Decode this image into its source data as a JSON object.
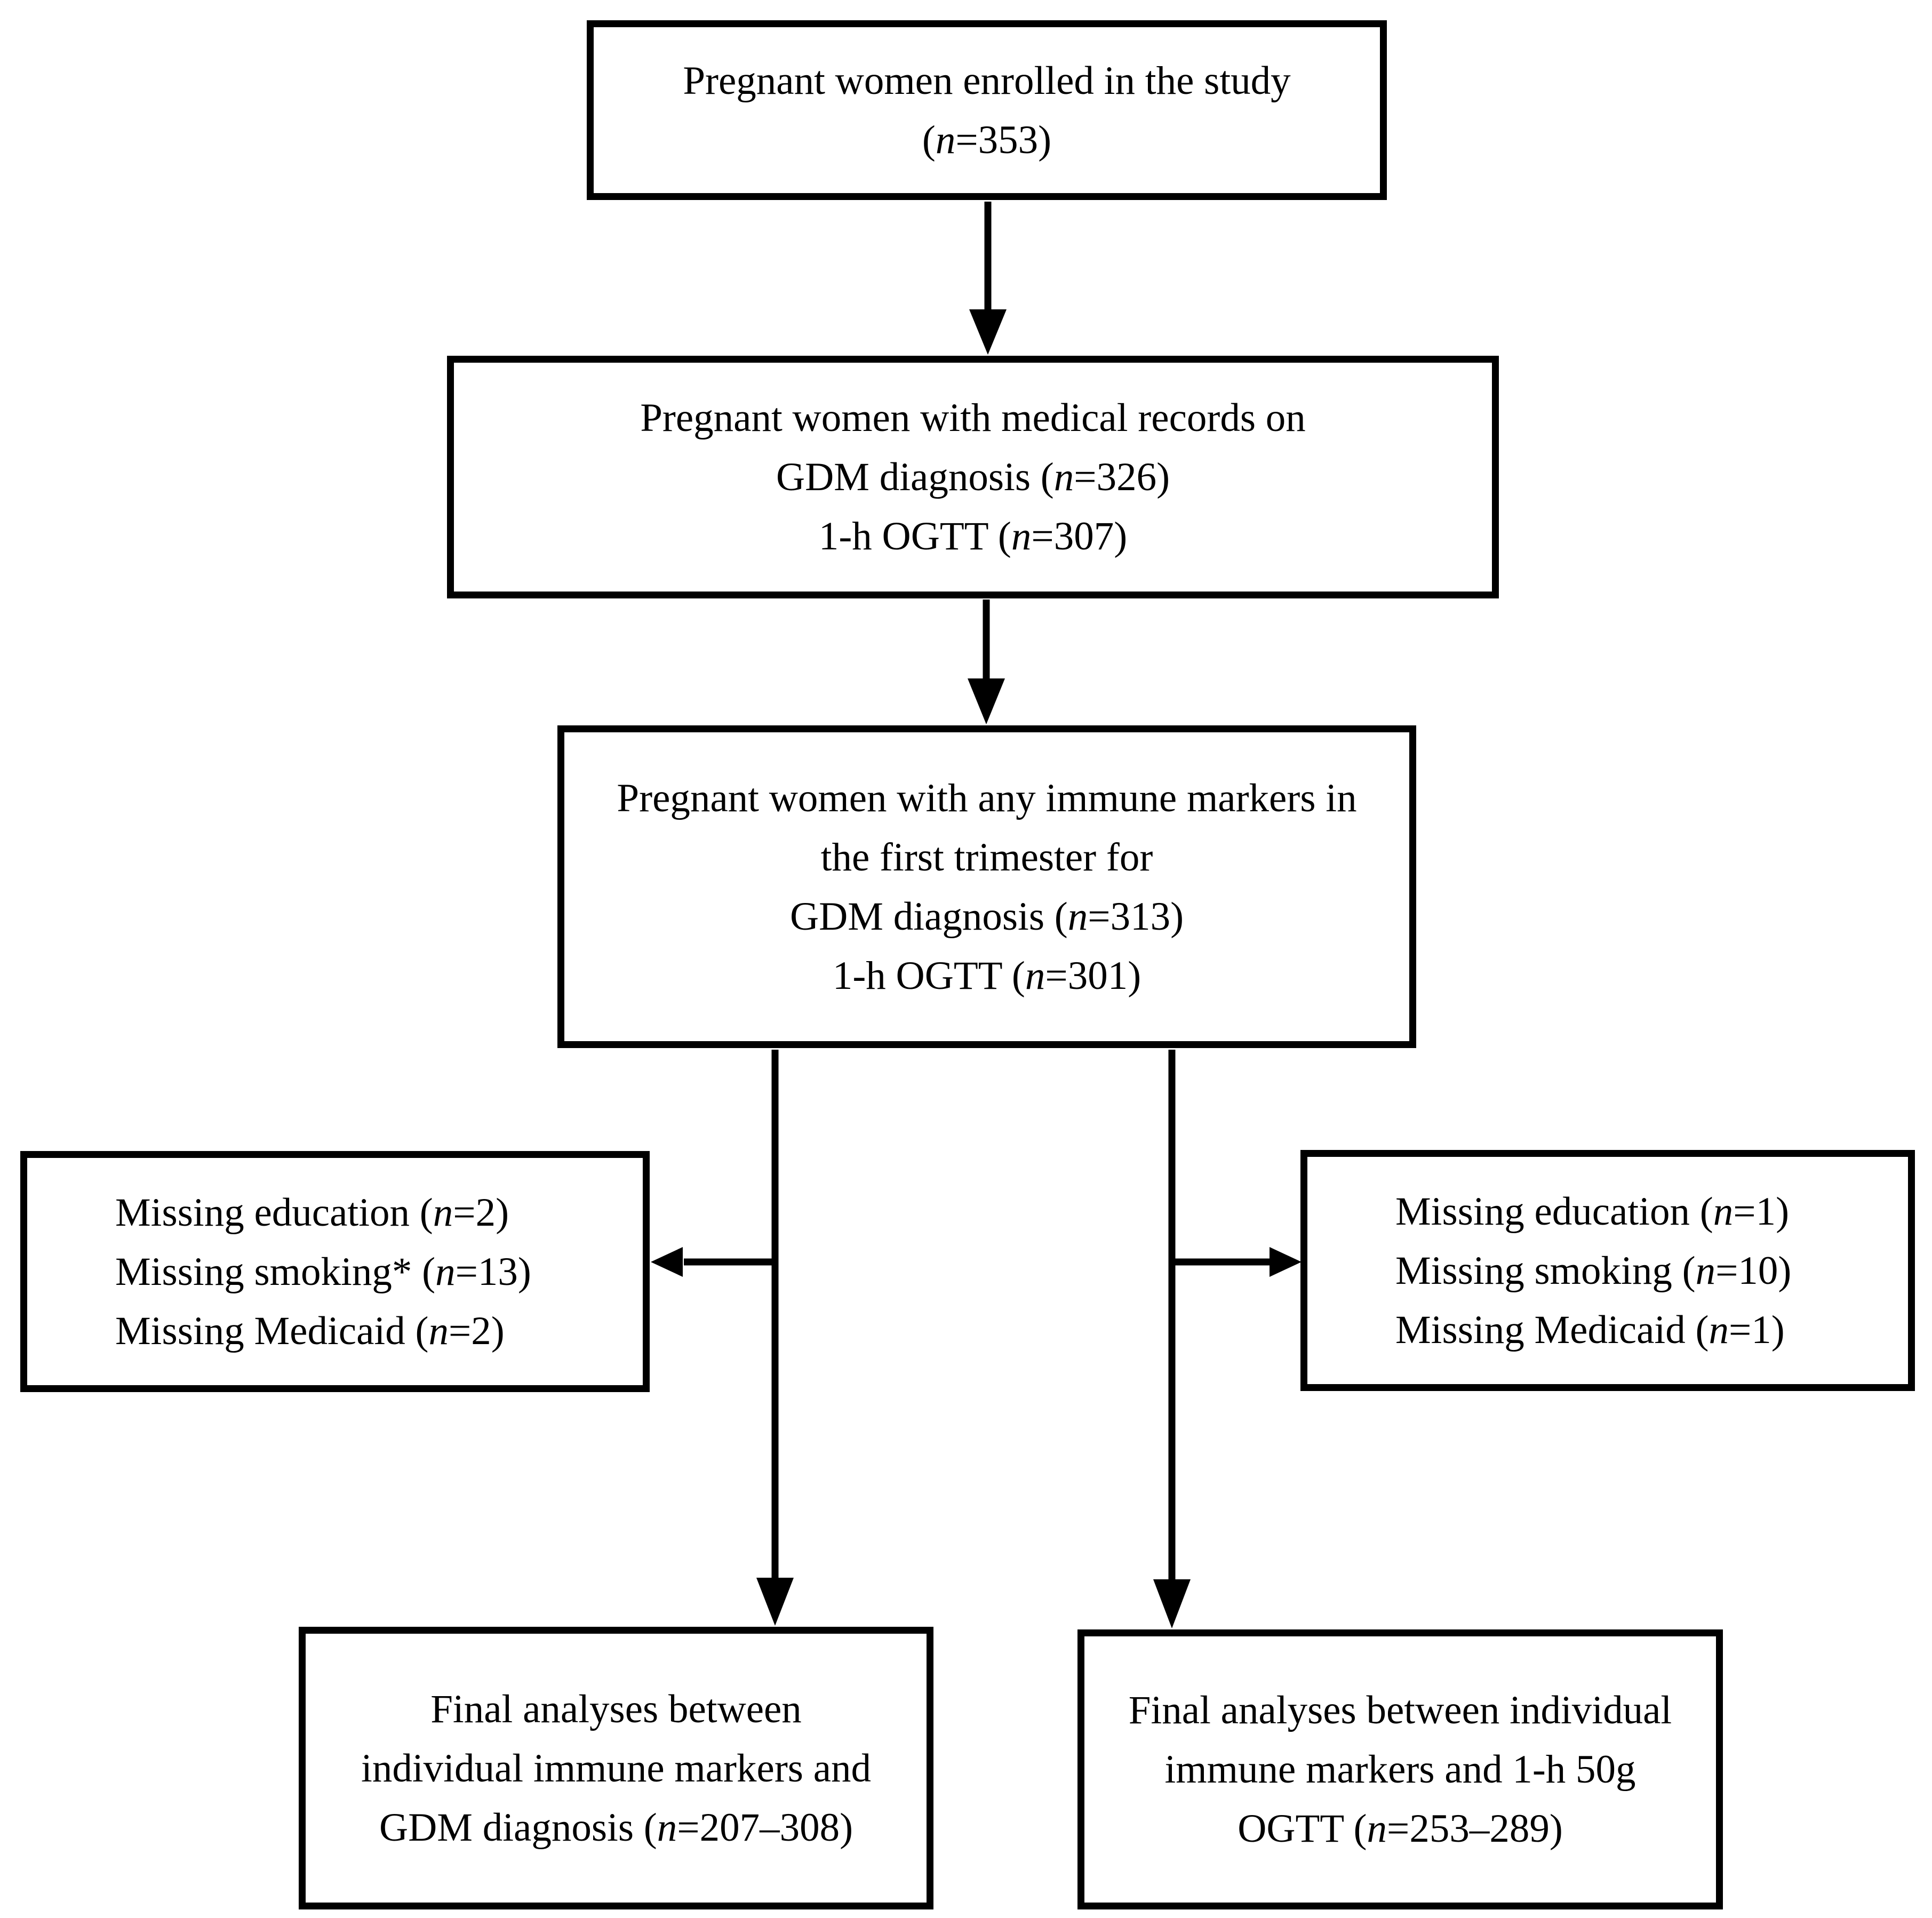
{
  "figure": {
    "background_color": "#ffffff",
    "ink_color": "#000000",
    "boxes": {
      "enrolled": {
        "lines": [
          "Pregnant women enrolled in the study",
          "(n=353)"
        ]
      },
      "medical_records": {
        "lines": [
          "Pregnant women with medical records on",
          "GDM diagnosis (n=326)",
          "1-h OGTT (n=307)"
        ]
      },
      "immune_markers": {
        "lines": [
          "Pregnant women with any immune markers in",
          "the first trimester for",
          "GDM diagnosis (n=313)",
          "1-h OGTT (n=301)"
        ]
      },
      "missing_left": {
        "lines": [
          "Missing education (n=2)",
          "Missing smoking* (n=13)",
          "Missing Medicaid (n=2)"
        ]
      },
      "missing_right": {
        "lines": [
          "Missing education (n=1)",
          "Missing smoking (n=10)",
          "Missing Medicaid (n=1)"
        ]
      },
      "final_gdm": {
        "lines": [
          "Final analyses between",
          "individual immune markers and",
          "GDM diagnosis (n=207–308)"
        ]
      },
      "final_ogtt": {
        "lines": [
          "Final analyses between individual",
          "immune markers and 1-h 50g",
          "OGTT (n=253–289)"
        ]
      }
    }
  }
}
